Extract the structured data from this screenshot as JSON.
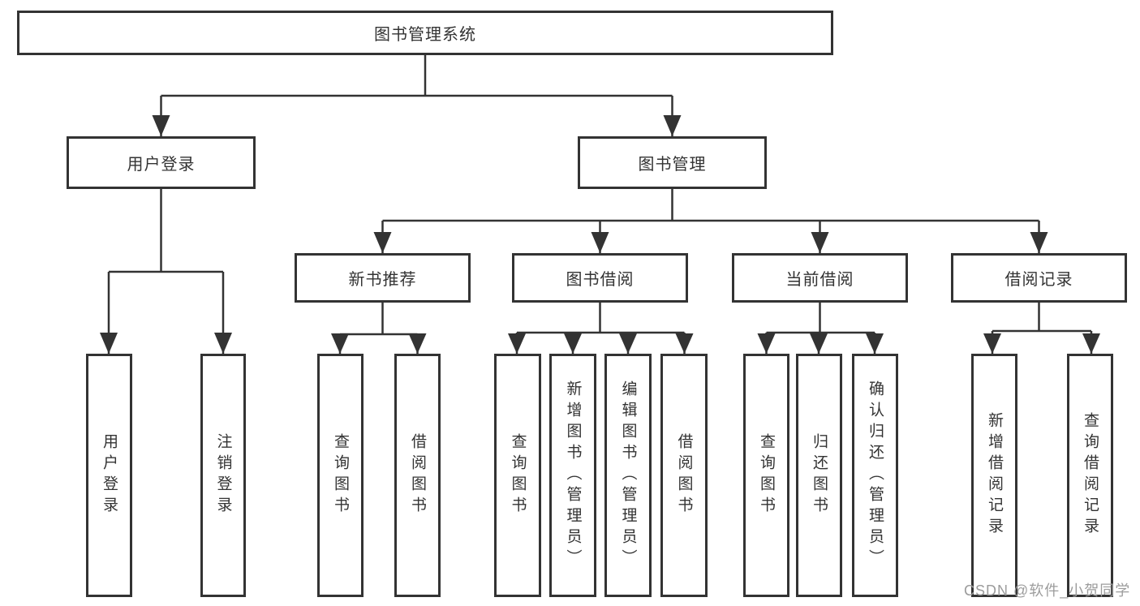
{
  "diagram_type": "hierarchy-tree",
  "title": "图书管理系统",
  "colors": {
    "line": "#333333",
    "box_border": "#333333",
    "box_bg": "#ffffff",
    "text": "#333333",
    "watermark": "#9c9c9c",
    "background": "#ffffff"
  },
  "nodes": {
    "root": {
      "label": "图书管理系统"
    },
    "user_login": {
      "label": "用户登录"
    },
    "book_mgmt": {
      "label": "图书管理"
    },
    "new_book_rec": {
      "label": "新书推荐"
    },
    "book_borrow": {
      "label": "图书借阅"
    },
    "current_borrow": {
      "label": "当前借阅"
    },
    "borrow_records": {
      "label": "借阅记录"
    },
    "leaf_user_login": {
      "label": "用户登录"
    },
    "leaf_logout": {
      "label": "注销登录"
    },
    "leaf_query_book_1": {
      "label": "查询图书"
    },
    "leaf_borrow_book_1": {
      "label": "借阅图书"
    },
    "leaf_query_book_2": {
      "label": "查询图书"
    },
    "leaf_add_book": {
      "label": "新增图书（管理员）"
    },
    "leaf_edit_book": {
      "label": "编辑图书（管理员）"
    },
    "leaf_borrow_book_2": {
      "label": "借阅图书"
    },
    "leaf_query_book_3": {
      "label": "查询图书"
    },
    "leaf_return_book": {
      "label": "归还图书"
    },
    "leaf_confirm_return": {
      "label": "确认归还（管理员）"
    },
    "leaf_add_record": {
      "label": "新增借阅记录"
    },
    "leaf_query_record": {
      "label": "查询借阅记录"
    }
  },
  "hierarchy": {
    "图书管理系统": [
      "用户登录",
      "图书管理"
    ],
    "用户登录": [
      "用户登录",
      "注销登录"
    ],
    "图书管理": [
      "新书推荐",
      "图书借阅",
      "当前借阅",
      "借阅记录"
    ],
    "新书推荐": [
      "查询图书",
      "借阅图书"
    ],
    "图书借阅": [
      "查询图书",
      "新增图书（管理员）",
      "编辑图书（管理员）",
      "借阅图书"
    ],
    "当前借阅": [
      "查询图书",
      "归还图书",
      "确认归还（管理员）"
    ],
    "借阅记录": [
      "新增借阅记录",
      "查询借阅记录"
    ]
  },
  "watermark": {
    "text": "CSDN @软件_小贺同学"
  }
}
